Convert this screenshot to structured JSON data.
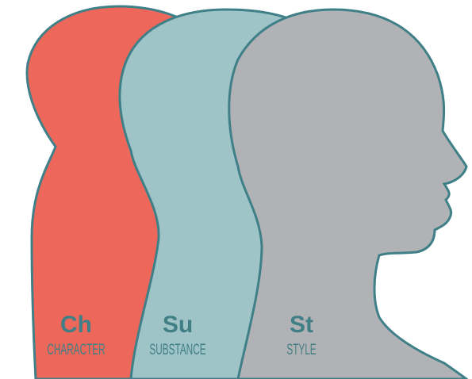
{
  "heads": [
    {
      "symbol": "Ch",
      "word": "CHARACTER"
    },
    {
      "symbol": "Su",
      "word": "SUBSTANCE"
    },
    {
      "symbol": "St",
      "word": "STYLE"
    }
  ],
  "colors": {
    "character_fill": "#ed675a",
    "substance_fill": "#9fc4c8",
    "style_fill": "#b1b2b5",
    "outline": "#3f8088",
    "text": "#3f7f85"
  }
}
